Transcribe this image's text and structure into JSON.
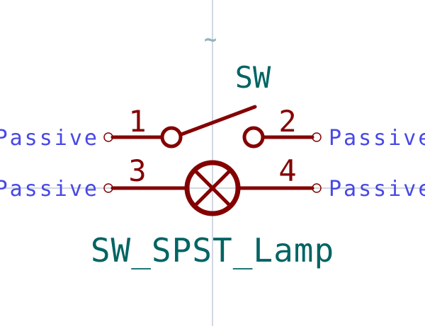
{
  "symbol": {
    "reference": "SW",
    "value": "SW_SPST_Lamp",
    "unit_marker": "~"
  },
  "pins": [
    {
      "number": "1",
      "type": "Passive"
    },
    {
      "number": "2",
      "type": "Passive"
    },
    {
      "number": "3",
      "type": "Passive"
    },
    {
      "number": "4",
      "type": "Passive"
    }
  ],
  "colors": {
    "body": "#840000",
    "pin_type": "#4848e6",
    "field_text": "#006464",
    "axis": "#a3b2c6"
  }
}
